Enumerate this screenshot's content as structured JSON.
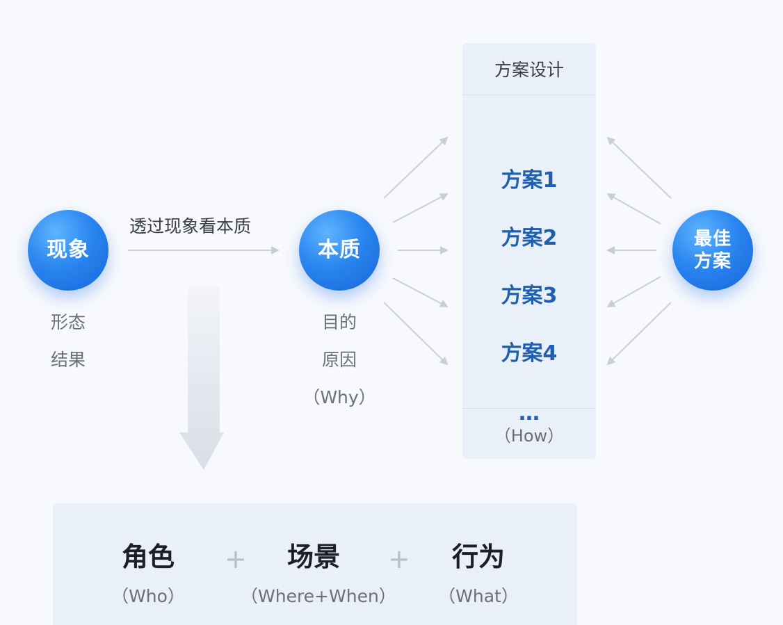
{
  "nodes": {
    "phenomenon": {
      "label": "现象",
      "captions": [
        "形态",
        "结果"
      ]
    },
    "essence": {
      "label": "本质",
      "captions": [
        "目的",
        "原因",
        "（Why）"
      ]
    },
    "best": {
      "label_lines": [
        "最佳",
        "方案"
      ]
    }
  },
  "edge_label": "透过现象看本质",
  "design_panel": {
    "title": "方案设计",
    "items": [
      "方案1",
      "方案2",
      "方案3",
      "方案4",
      "…"
    ],
    "footer": "（How）"
  },
  "bottom": {
    "terms": [
      {
        "main": "角色",
        "sub": "（Who）"
      },
      {
        "main": "场景",
        "sub": "（Where+When）"
      },
      {
        "main": "行为",
        "sub": "（What）"
      }
    ],
    "plus": "+"
  },
  "colors": {
    "node_blue": "#2a86f0",
    "item_blue": "#1f5fb0",
    "arrow_gray": "#c9ced8",
    "panel_bg": "#eaf0f9"
  }
}
